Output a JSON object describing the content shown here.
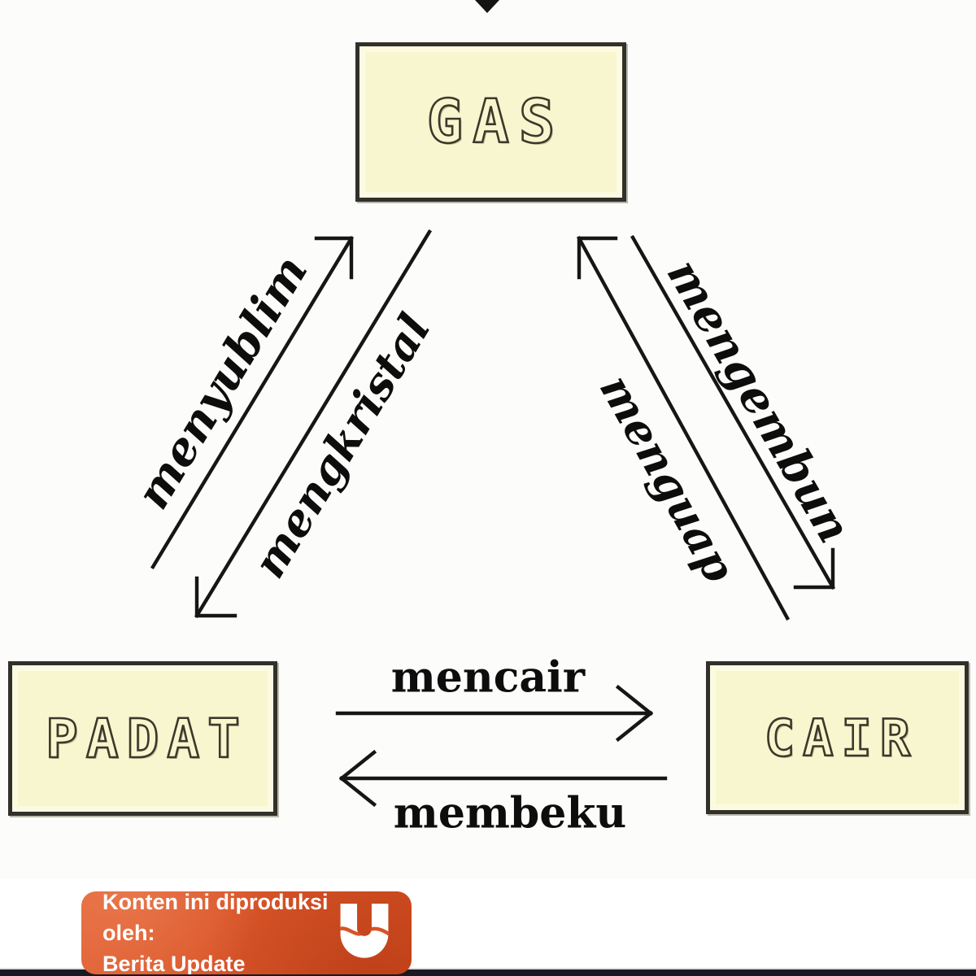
{
  "diagram": {
    "title_implicit": "Perubahan wujud zat (states of matter transitions)",
    "nodes": [
      {
        "id": "gas",
        "label": "GAS"
      },
      {
        "id": "padat",
        "label": "PADAT"
      },
      {
        "id": "cair",
        "label": "CAIR"
      }
    ],
    "transitions": [
      {
        "id": "menyublim",
        "label": "menyublim",
        "from": "padat",
        "to": "gas"
      },
      {
        "id": "mengkristal",
        "label": "mengkristal",
        "from": "gas",
        "to": "padat"
      },
      {
        "id": "menguap",
        "label": "menguap",
        "from": "cair",
        "to": "gas"
      },
      {
        "id": "mengembun",
        "label": "mengembun",
        "from": "gas",
        "to": "cair"
      },
      {
        "id": "mencair",
        "label": "mencair",
        "from": "padat",
        "to": "cair"
      },
      {
        "id": "membeku",
        "label": "membeku",
        "from": "cair",
        "to": "padat"
      }
    ],
    "colors": {
      "box_fill": "#f8f6cf",
      "box_border": "#32302a",
      "arrow": "#161616",
      "background": "#fcfcfa"
    }
  },
  "footer": {
    "produced_by_label": "Konten ini diproduksi oleh:",
    "producer_name": "Berita Update",
    "logo": "kumparan-u-logo",
    "colors": {
      "card_orange": "#d85327",
      "bottom_strip": "#191922",
      "text": "#ffffff"
    }
  }
}
